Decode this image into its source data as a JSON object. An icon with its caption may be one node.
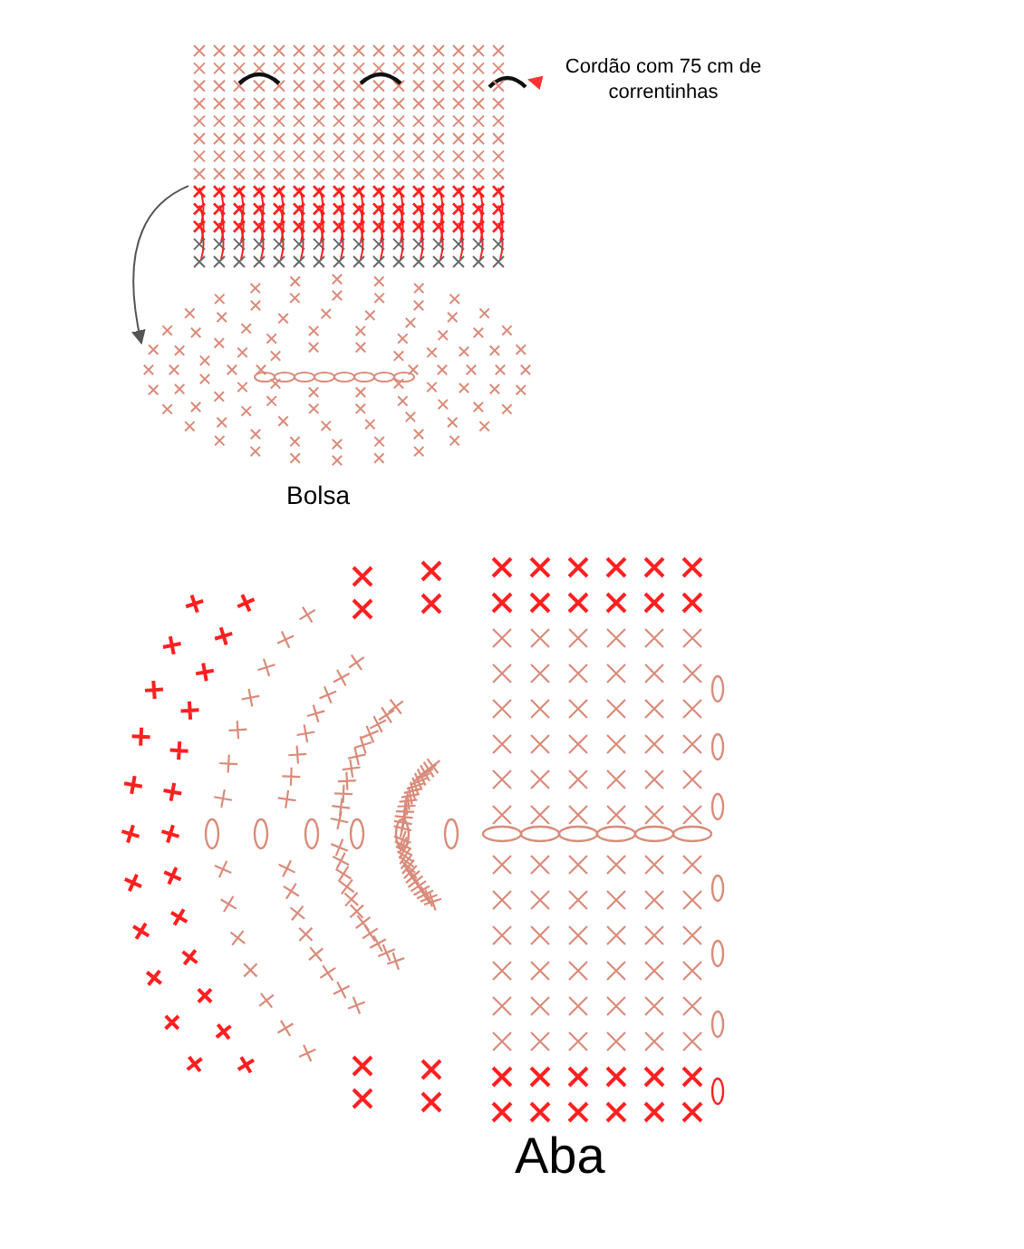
{
  "diagram": {
    "nodes": [
      {
        "text": [
          "Cordão com 75 cm de correntinhas"
        ]
      },
      {
        "text": [],
        "shape": "arc"
      },
      {
        "text": [],
        "shape": "grid"
      },
      {
        "text": [],
        "shape": "oval"
      }
    ],
    "edges": [
      {
        "from": 0,
        "to": 1,
        "arrow": "to",
        "color": "#ff3333"
      },
      {
        "from": 2,
        "to": 3,
        "arrow": "to",
        "color": "#555555"
      }
    ],
    "labels": [
      "Bolsa",
      "Aba"
    ]
  }
}
